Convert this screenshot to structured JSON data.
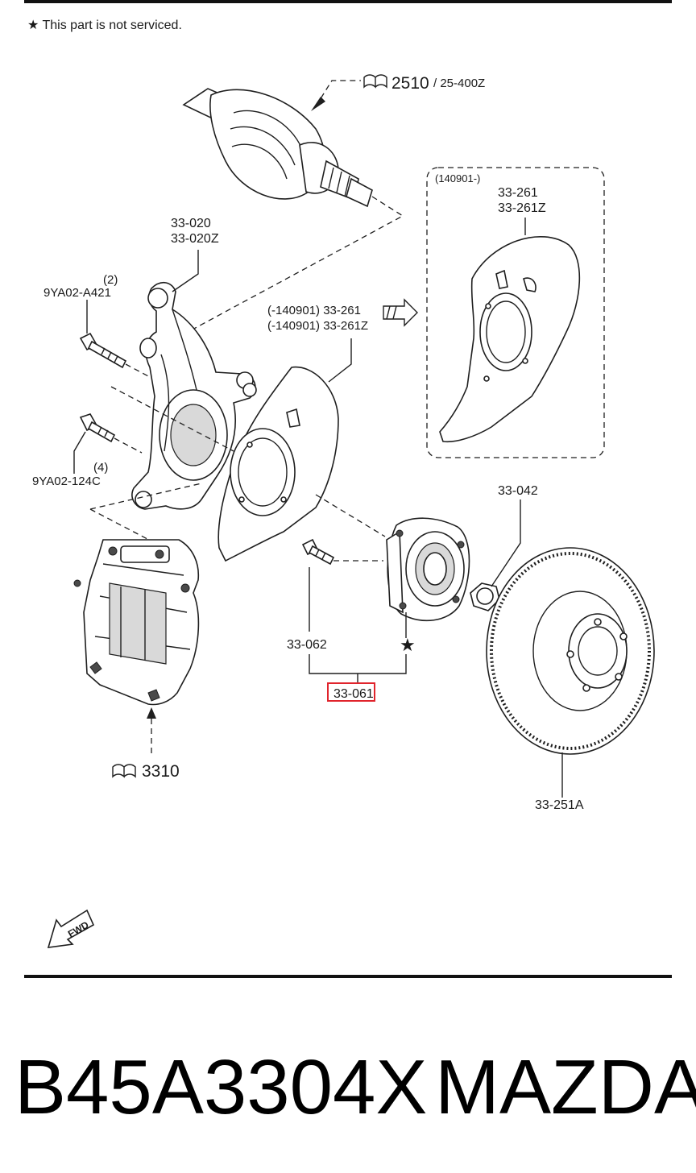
{
  "header": {
    "note": "★ This part is not serviced."
  },
  "labels": {
    "driveshaft_ref": "2510",
    "driveshaft_ref_sub": "/ 25-400Z",
    "knuckle_a": "33-020",
    "knuckle_b": "33-020Z",
    "bolt_upper_qty": "(2)",
    "bolt_upper": "9YA02-A421",
    "bolt_lower_qty": "(4)",
    "bolt_lower": "9YA02-124C",
    "shield_old_a": "(-140901) 33-261",
    "shield_old_b": "(-140901) 33-261Z",
    "shield_new_date": "(140901-)",
    "shield_new_a": "33-261",
    "shield_new_b": "33-261Z",
    "nut": "33-042",
    "hub_bolt": "33-062",
    "hub_assembly": "33-061",
    "hub_star": "★",
    "rotor": "33-251A",
    "caliper_ref": "3310",
    "fwd": "FWD"
  },
  "footer": {
    "part_number": "B45A3304X",
    "brand": "MAZDA"
  },
  "colors": {
    "highlight_box": "#e0242c",
    "ink": "#1a1a1a"
  }
}
